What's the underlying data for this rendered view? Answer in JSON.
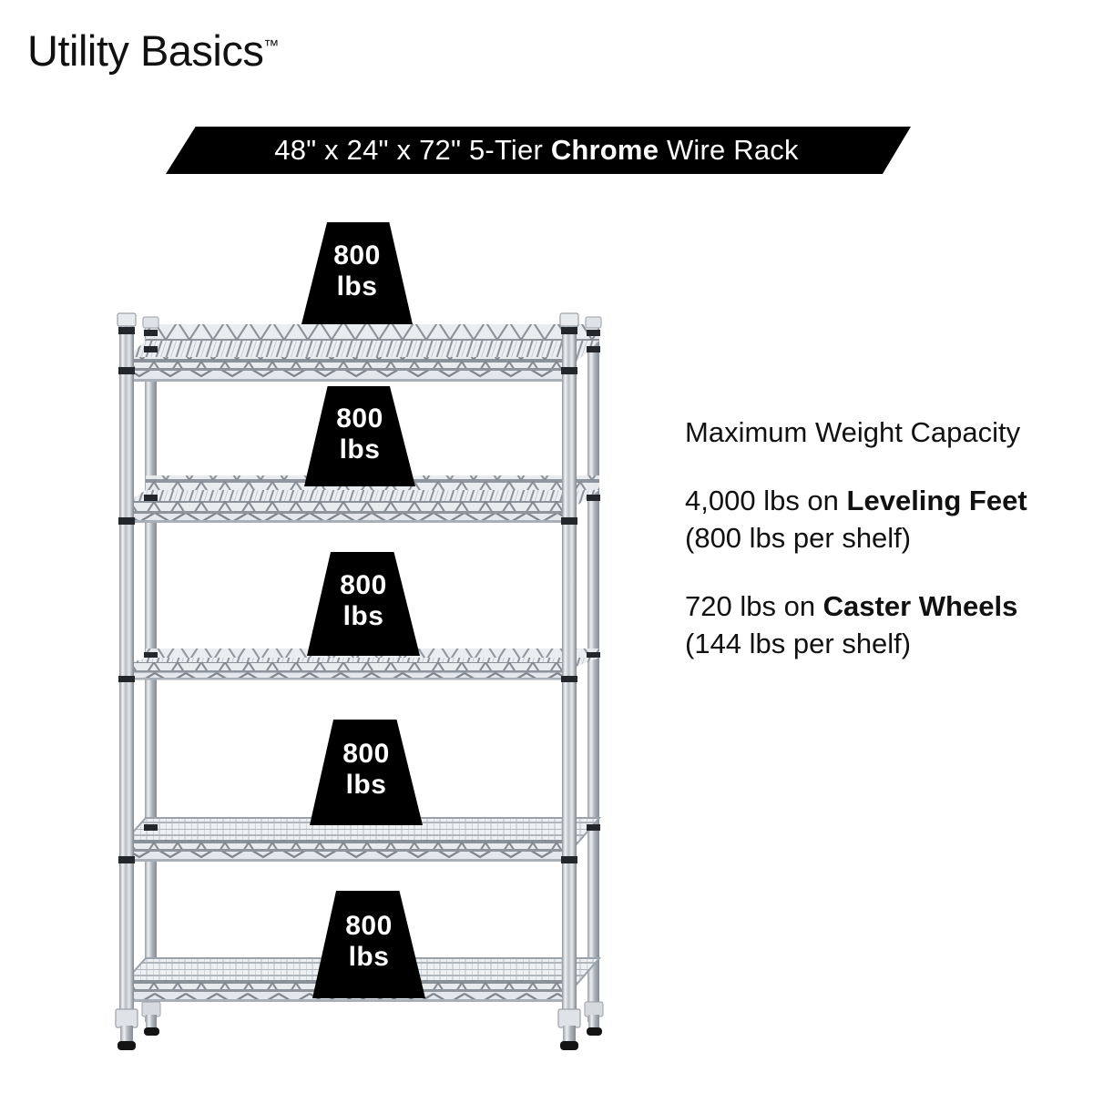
{
  "brand": {
    "name": "Utility Basics",
    "trademark": "™"
  },
  "banner": {
    "line_prefix": "48\" x 24\" x 72\" 5-Tier ",
    "line_bold": "Chrome",
    "line_suffix": " Wire Rack",
    "background_color": "#000000",
    "text_color": "#FFFFFF"
  },
  "product": {
    "width_in": "48\"",
    "depth_in": "24\"",
    "height_in": "72\"",
    "tiers": "5-Tier",
    "finish": "Chrome",
    "type": "Wire Rack",
    "shelf_count": 5,
    "chrome_color": "#C9CDD2",
    "post_color": "#B7BCC2",
    "foot_color": "#1A1A1A"
  },
  "capacity_flags": [
    {
      "value": "800",
      "unit": "lbs"
    },
    {
      "value": "800",
      "unit": "lbs"
    },
    {
      "value": "800",
      "unit": "lbs"
    },
    {
      "value": "800",
      "unit": "lbs"
    },
    {
      "value": "800",
      "unit": "lbs"
    }
  ],
  "copy": {
    "heading": "Maximum Weight Capacity",
    "leveling": {
      "prefix": "4,000 lbs on ",
      "bold": "Leveling Feet",
      "suffix": " (800 lbs per shelf)"
    },
    "caster": {
      "prefix": "720 lbs on ",
      "bold": "Caster Wheels",
      "suffix": " (144 lbs per shelf)"
    }
  }
}
